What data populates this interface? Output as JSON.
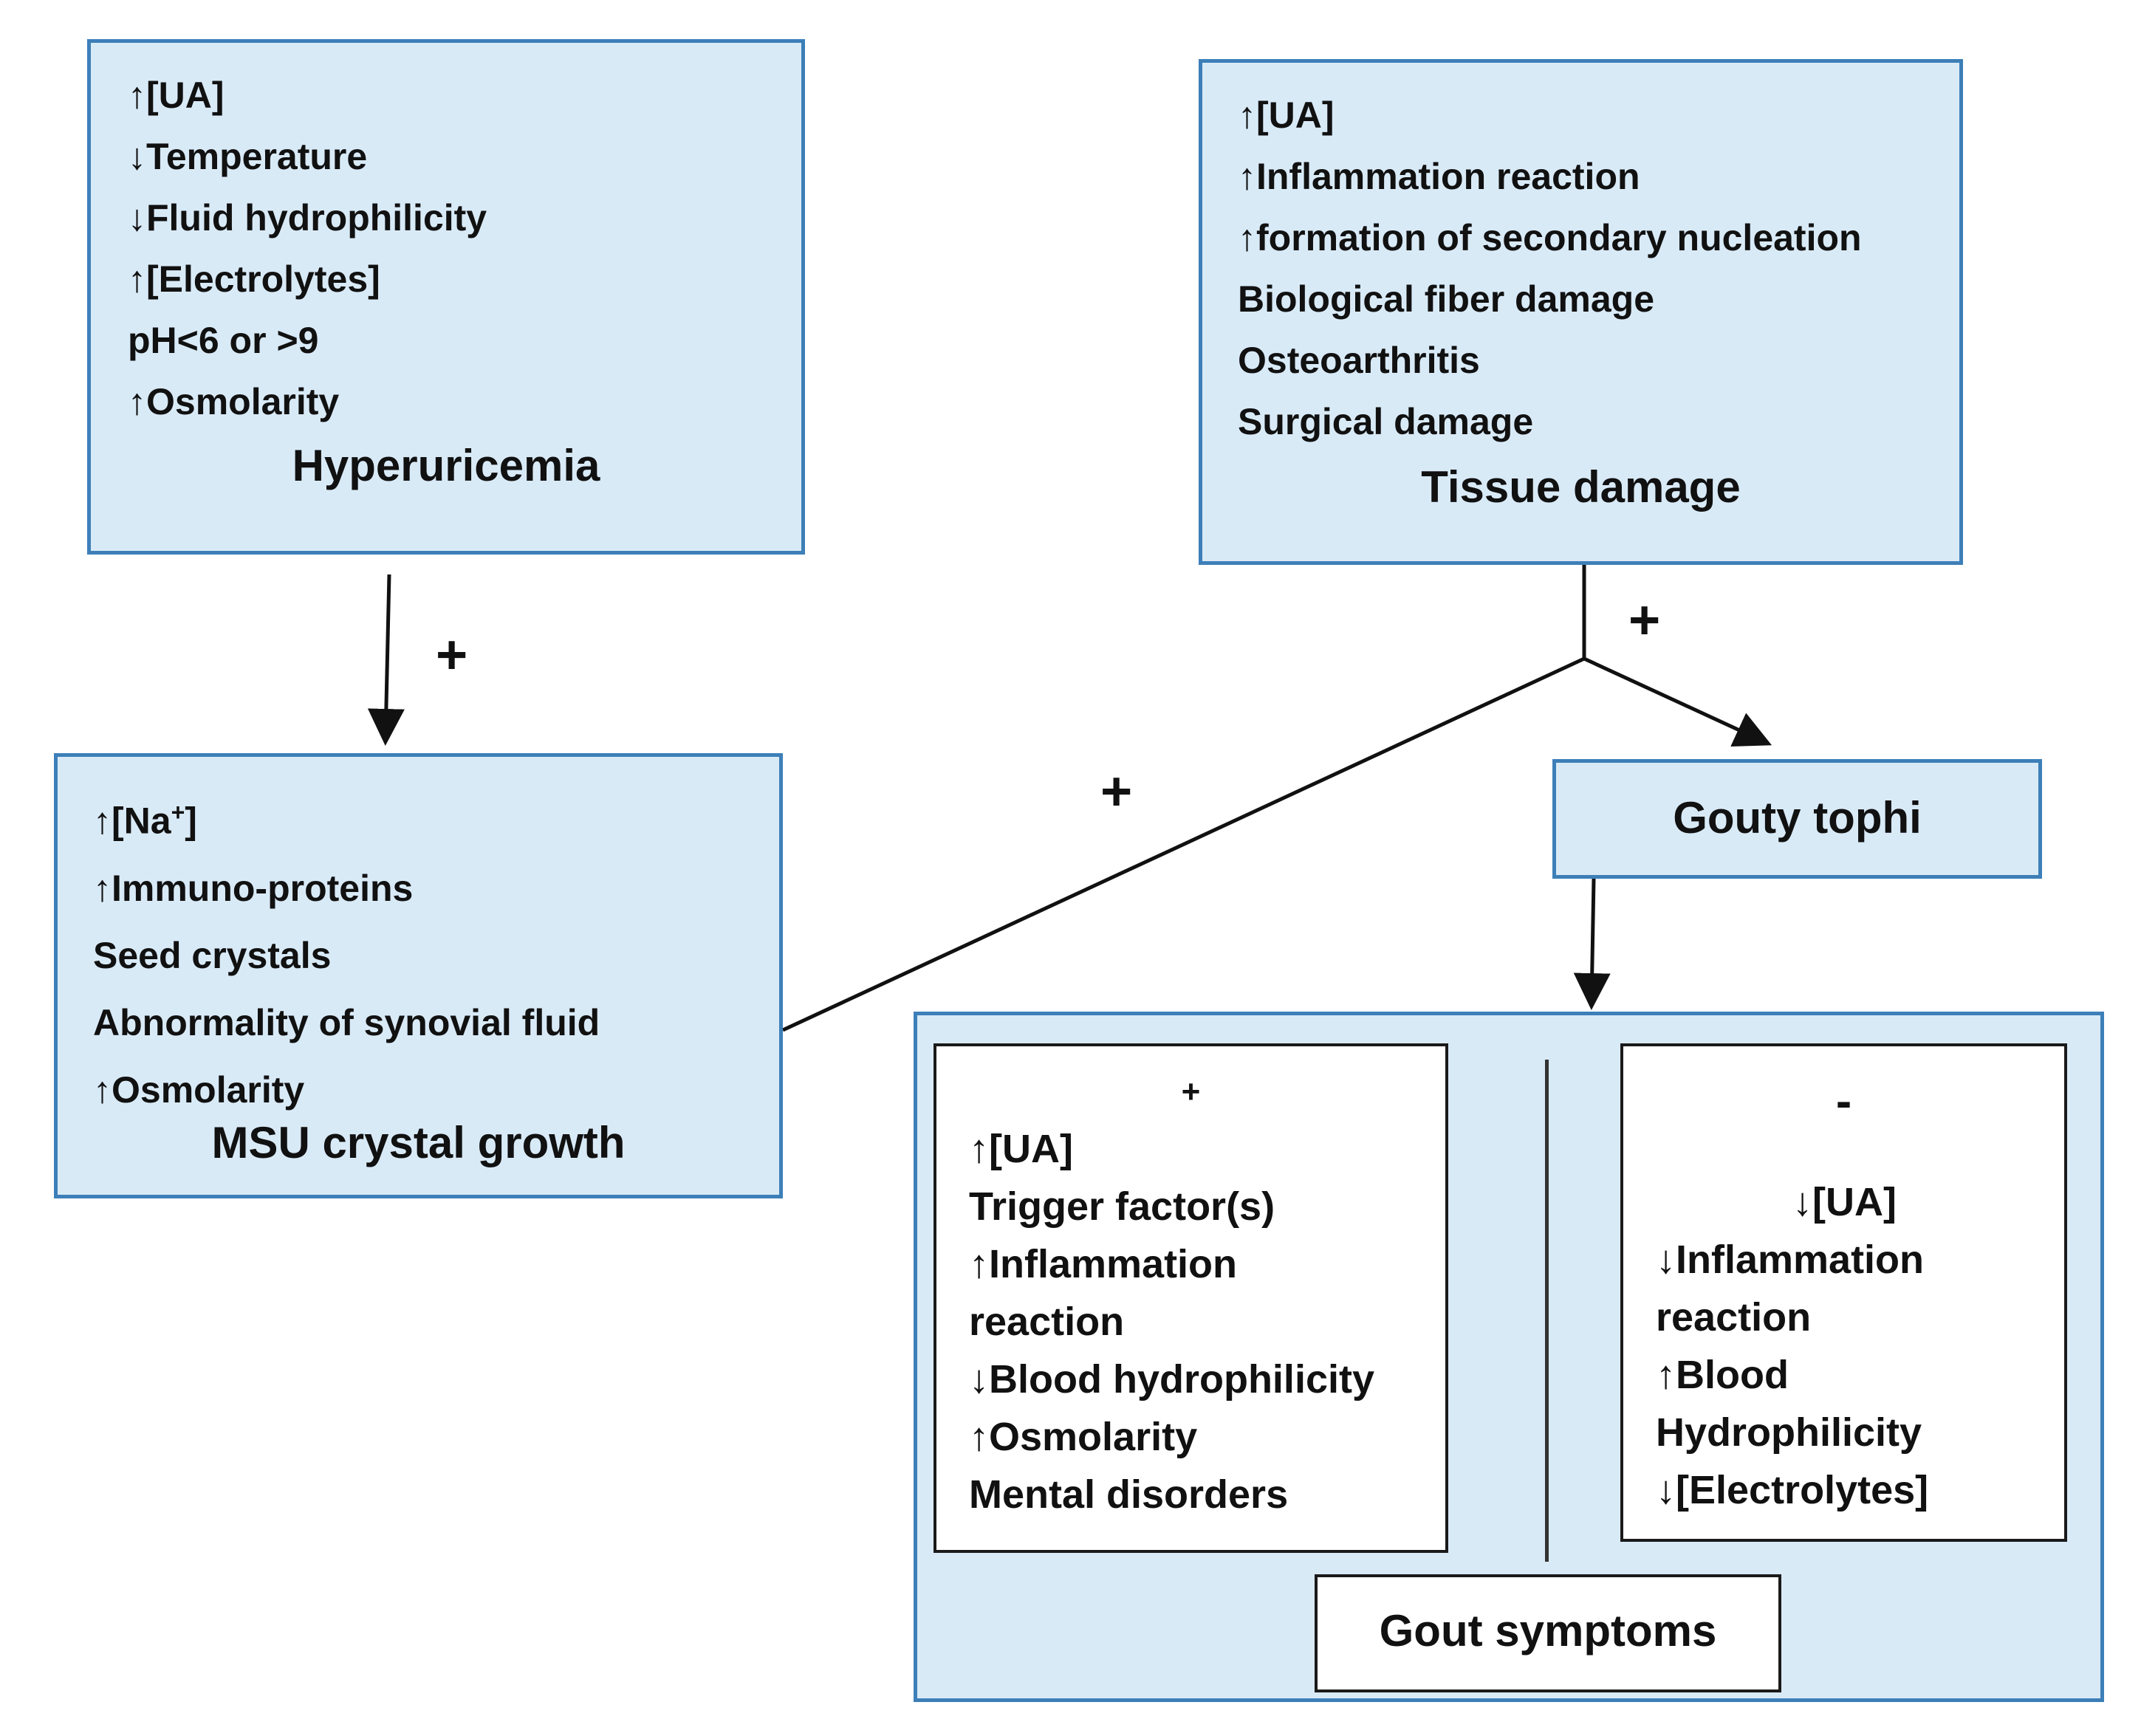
{
  "hyperuricemia": {
    "title": "Hyperuricemia",
    "items": [
      "↑[UA]",
      "↓Temperature",
      "↓Fluid hydrophilicity",
      "↑[Electrolytes]",
      "pH<6 or >9",
      "↑Osmolarity"
    ]
  },
  "tissue_damage": {
    "title": "Tissue damage",
    "items": [
      "↑[UA]",
      "↑Inflammation reaction",
      "↑formation of secondary nucleation",
      "Biological fiber damage",
      "Osteoarthritis",
      "Surgical damage"
    ]
  },
  "msu": {
    "title": "MSU crystal growth",
    "items": [
      "↑[Na",
      "↑Immuno-proteins",
      "Seed crystals",
      "Abnormality of synovial fluid",
      "↑Osmolarity"
    ],
    "superscript": "+",
    "bracket_close": "]"
  },
  "tophi": {
    "title": "Gouty tophi"
  },
  "symptoms": {
    "title": "Gout symptoms",
    "plus_panel": {
      "header": "+",
      "items": [
        "↑[UA]",
        "Trigger factor(s)",
        "↑Inflammation",
        "reaction",
        "↓Blood hydrophilicity",
        "↑Osmolarity",
        "Mental disorders"
      ]
    },
    "minus_panel": {
      "header": "-",
      "items": [
        "↓[UA]",
        "↓Inflammation",
        "reaction",
        "↑Blood",
        "Hydrophilicity",
        "↓[Electrolytes]"
      ]
    }
  },
  "connector_signs": {
    "hyper_to_msu": "+",
    "msu_to_tophi": "+",
    "tissue_to_tophi": "+"
  },
  "colors": {
    "box_fill": "#d9eaf7",
    "box_border": "#3d7fb8",
    "line": "#111111"
  }
}
